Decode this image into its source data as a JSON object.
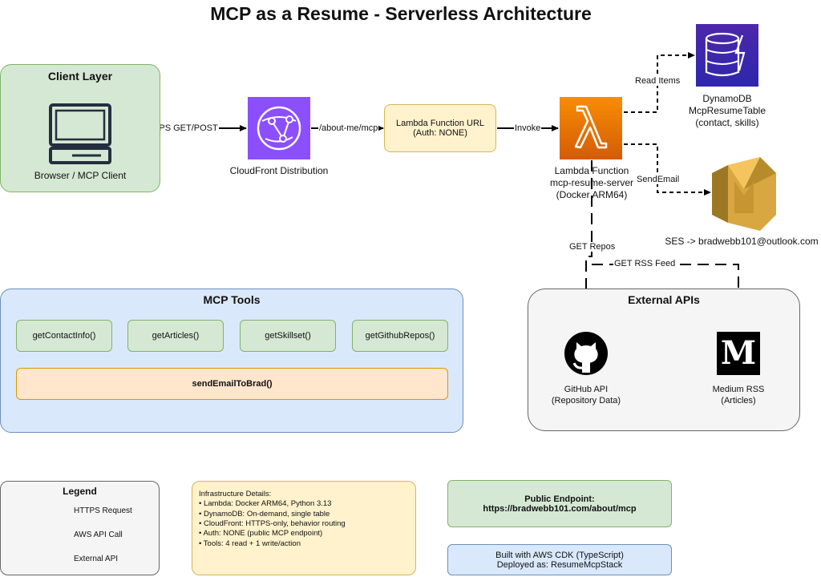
{
  "title": "MCP as a Resume - Serverless Architecture",
  "client_layer": {
    "title": "Client Layer",
    "label": "Browser / MCP Client"
  },
  "cloudfront": {
    "label": "CloudFront Distribution"
  },
  "function_url": {
    "line1": "Lambda Function URL",
    "line2": "(Auth: NONE)"
  },
  "lambda": {
    "line1": "Lambda Function",
    "line2": "mcp-resume-server",
    "line3": "(Docker ARM64)"
  },
  "dynamodb": {
    "line1": "DynamoDB",
    "line2": "McpResumeTable",
    "line3": "(contact, skills)"
  },
  "ses": {
    "label": "SES -> bradwebb101@outlook.com"
  },
  "edges": {
    "https": "HTTPS GET/POST",
    "path": "/about-me/mcp",
    "invoke": "Invoke",
    "read_items": "Read Items",
    "send_email": "SendEmail",
    "get_repos": "GET Repos",
    "get_rss": "GET RSS Feed"
  },
  "mcp_tools": {
    "title": "MCP Tools",
    "tools": [
      "getContactInfo()",
      "getArticles()",
      "getSkillset()",
      "getGithubRepos()"
    ],
    "write_tool": "sendEmailToBrad()"
  },
  "external_apis": {
    "title": "External APIs",
    "github": {
      "line1": "GitHub API",
      "line2": "(Repository Data)"
    },
    "medium": {
      "line1": "Medium RSS",
      "line2": "(Articles)"
    }
  },
  "legend": {
    "title": "Legend",
    "items": [
      "HTTPS Request",
      "AWS API Call",
      "External API"
    ]
  },
  "infrastructure": {
    "title": "Infrastructure Details:",
    "lines": [
      "• Lambda: Docker ARM64, Python 3.13",
      "• DynamoDB: On-demand, single table",
      "• CloudFront: HTTPS-only, behavior routing",
      "• Auth: NONE (public MCP endpoint)",
      "• Tools: 4 read + 1 write/action"
    ]
  },
  "endpoint": {
    "line1": "Public Endpoint:",
    "line2": "https://bradwebb101.com/about/mcp"
  },
  "build": {
    "line1": "Built with AWS CDK (TypeScript)",
    "line2": "Deployed as: ResumeMcpStack"
  },
  "colors": {
    "green_fill": "#d5e8d4",
    "green_stroke": "#82b366",
    "blue_fill": "#dae8fc",
    "blue_stroke": "#6c8ebf",
    "orange_fill": "#ffe6cc",
    "orange_stroke": "#d79b00",
    "yellow_fill": "#fff2cc",
    "yellow_stroke": "#d6b656",
    "gray_fill": "#f5f5f5",
    "gray_stroke": "#666666",
    "cloudfront_purple": "#8c4fff",
    "lambda_orange": "#ed7100",
    "dynamodb_purple": "#4d27aa",
    "ses_gold": "#d9a741"
  },
  "icons": [
    "monitor-icon",
    "cloudfront-icon",
    "lambda-icon",
    "dynamodb-icon",
    "ses-icon",
    "github-icon",
    "medium-icon"
  ]
}
